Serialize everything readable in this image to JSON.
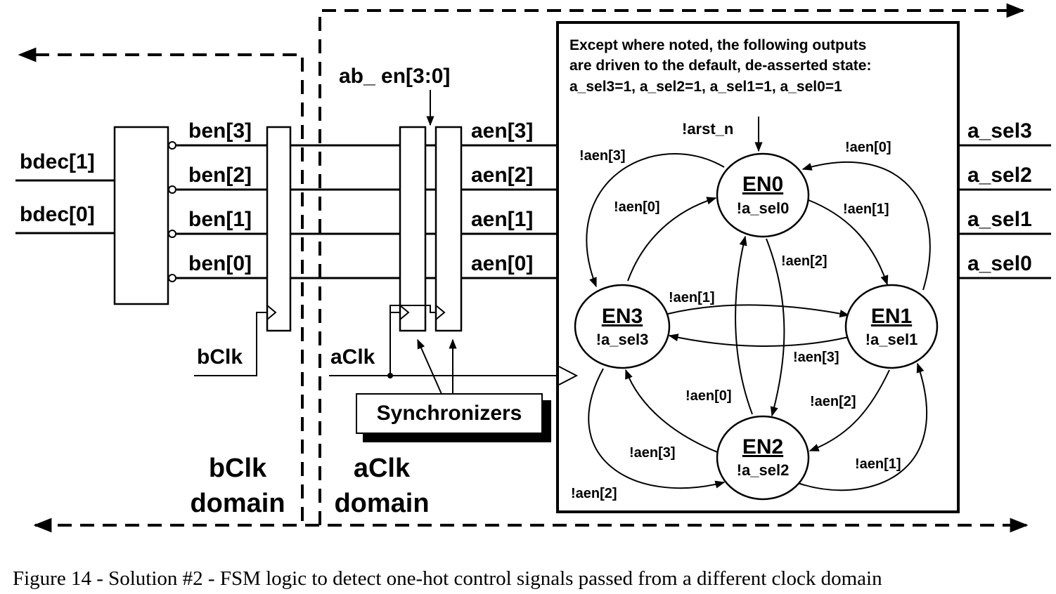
{
  "decoder": {
    "inputs": [
      "bdec[1]",
      "bdec[0]"
    ],
    "outputs": [
      "ben[3]",
      "ben[2]",
      "ben[1]",
      "ben[0]"
    ]
  },
  "clocks": {
    "b": "bClk",
    "a": "aClk"
  },
  "sync_bus_label": "ab_ en[3:0]",
  "sync_outputs": [
    "aen[3]",
    "aen[2]",
    "aen[1]",
    "aen[0]"
  ],
  "synchronizers_label": "Synchronizers",
  "domains": {
    "b": {
      "line1": "bClk",
      "line2": "domain"
    },
    "a": {
      "line1": "aClk",
      "line2": "domain"
    }
  },
  "fsm": {
    "note": [
      "Except where noted, the following outputs",
      "are driven to the default, de-asserted state:",
      "a_sel3=1,  a_sel2=1,  a_sel1=1,  a_sel0=1"
    ],
    "reset_label": "!arst_n",
    "states": [
      {
        "name": "EN0",
        "output": "!a_sel0"
      },
      {
        "name": "EN1",
        "output": "!a_sel1"
      },
      {
        "name": "EN2",
        "output": "!a_sel2"
      },
      {
        "name": "EN3",
        "output": "!a_sel3"
      }
    ],
    "transition_labels": {
      "en0_outer_to_en3": "!aen[3]",
      "en3_to_en0": "!aen[0]",
      "en1_outer_to_en0": "!aen[0]",
      "en0_to_en1": "!aen[1]",
      "en0_to_en2": "!aen[2]",
      "en3_to_en1": "!aen[1]",
      "en1_to_en3": "!aen[3]",
      "en2_to_en0": "!aen[0]",
      "en1_to_en2": "!aen[2]",
      "en2_to_en3": "!aen[3]",
      "en3_outer_to_en2": "!aen[2]",
      "en2_outer_to_en1": "!aen[1]"
    },
    "outputs": [
      "a_sel3",
      "a_sel2",
      "a_sel1",
      "a_sel0"
    ]
  },
  "caption": "Figure 14 - Solution #2 - FSM logic to detect one-hot control signals passed from a different clock domain"
}
